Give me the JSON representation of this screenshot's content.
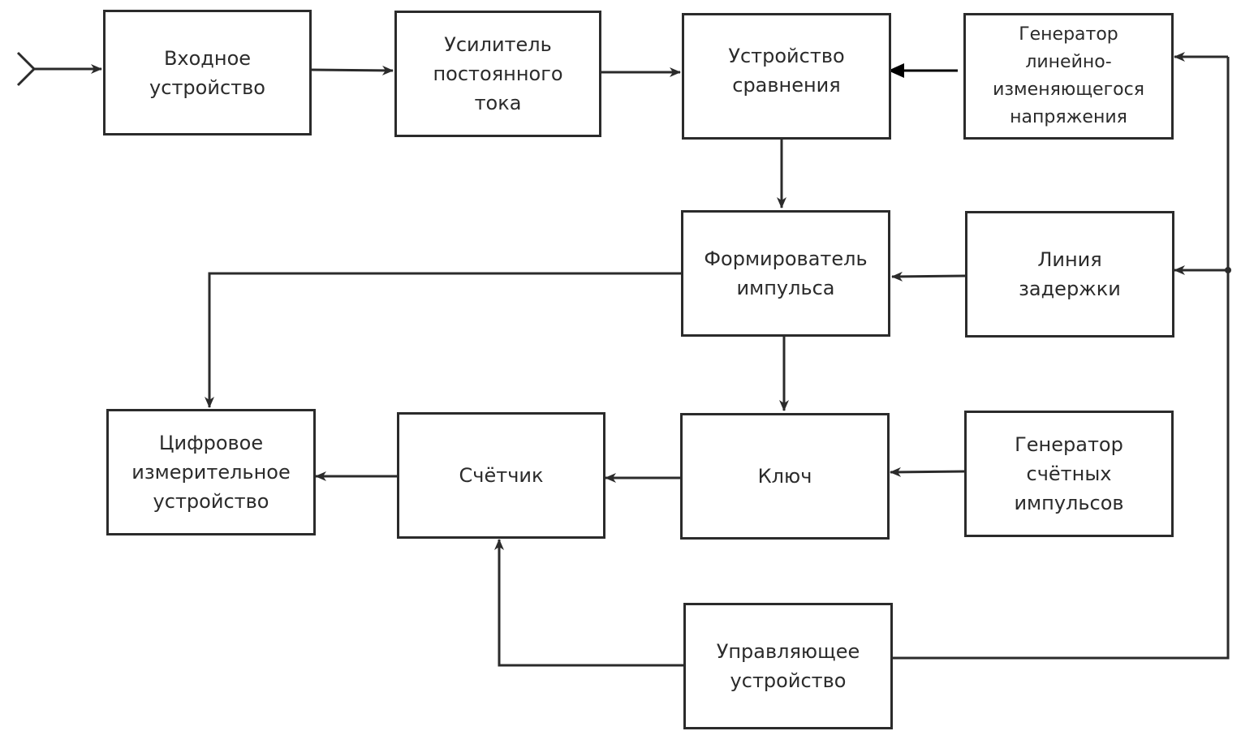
{
  "diagram": {
    "blocks": {
      "input": "Входное\nустройство",
      "dc_amp": "Усилитель\nпостоянного\nтока",
      "comparator": "Устройство\nсравнения",
      "ramp_gen": "Генератор\nлинейно-\nизменяющегося\nнапряжения",
      "pulse_former": "Формирователь\nимпульса",
      "delay_line": "Линия\nзадержки",
      "digital_meter": "Цифровое\nизмерительное\nустройство",
      "counter": "Счётчик",
      "key": "Ключ",
      "count_gen": "Генератор\nсчётных\nимпульсов",
      "control": "Управляющее\nустройство"
    }
  }
}
